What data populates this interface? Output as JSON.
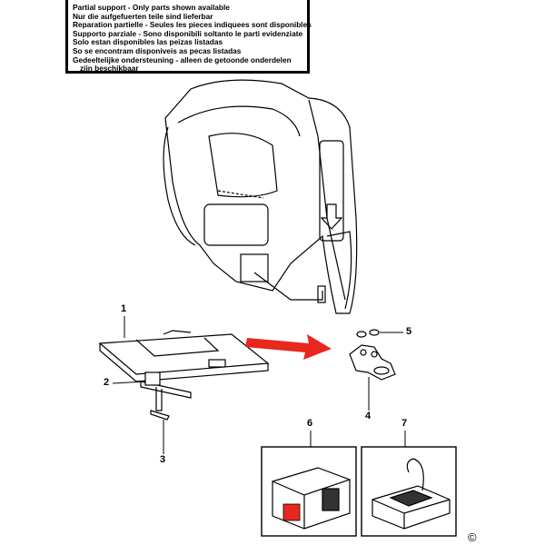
{
  "notice": {
    "lines": [
      "Partial support - Only parts shown available",
      "Nur die aufgefuerten teile sind lieferbar",
      "Reparation partielle - Seules les pieces indiquees sont disponibles",
      "Supporto parziale - Sono disponibili soltanto le parti evidenziate",
      "Solo estan disponibles las peizas listadas",
      "So se encontram disponiveis as pecas listadas",
      "Gedeeltelijke ondersteuning - alleen de getoonde onderdelen",
      "zijn beschikbaar"
    ]
  },
  "callouts": [
    "1",
    "2",
    "3",
    "4",
    "5",
    "6",
    "7"
  ],
  "copyright": "©",
  "colors": {
    "arrow": "#e8281e",
    "line": "#000000"
  }
}
